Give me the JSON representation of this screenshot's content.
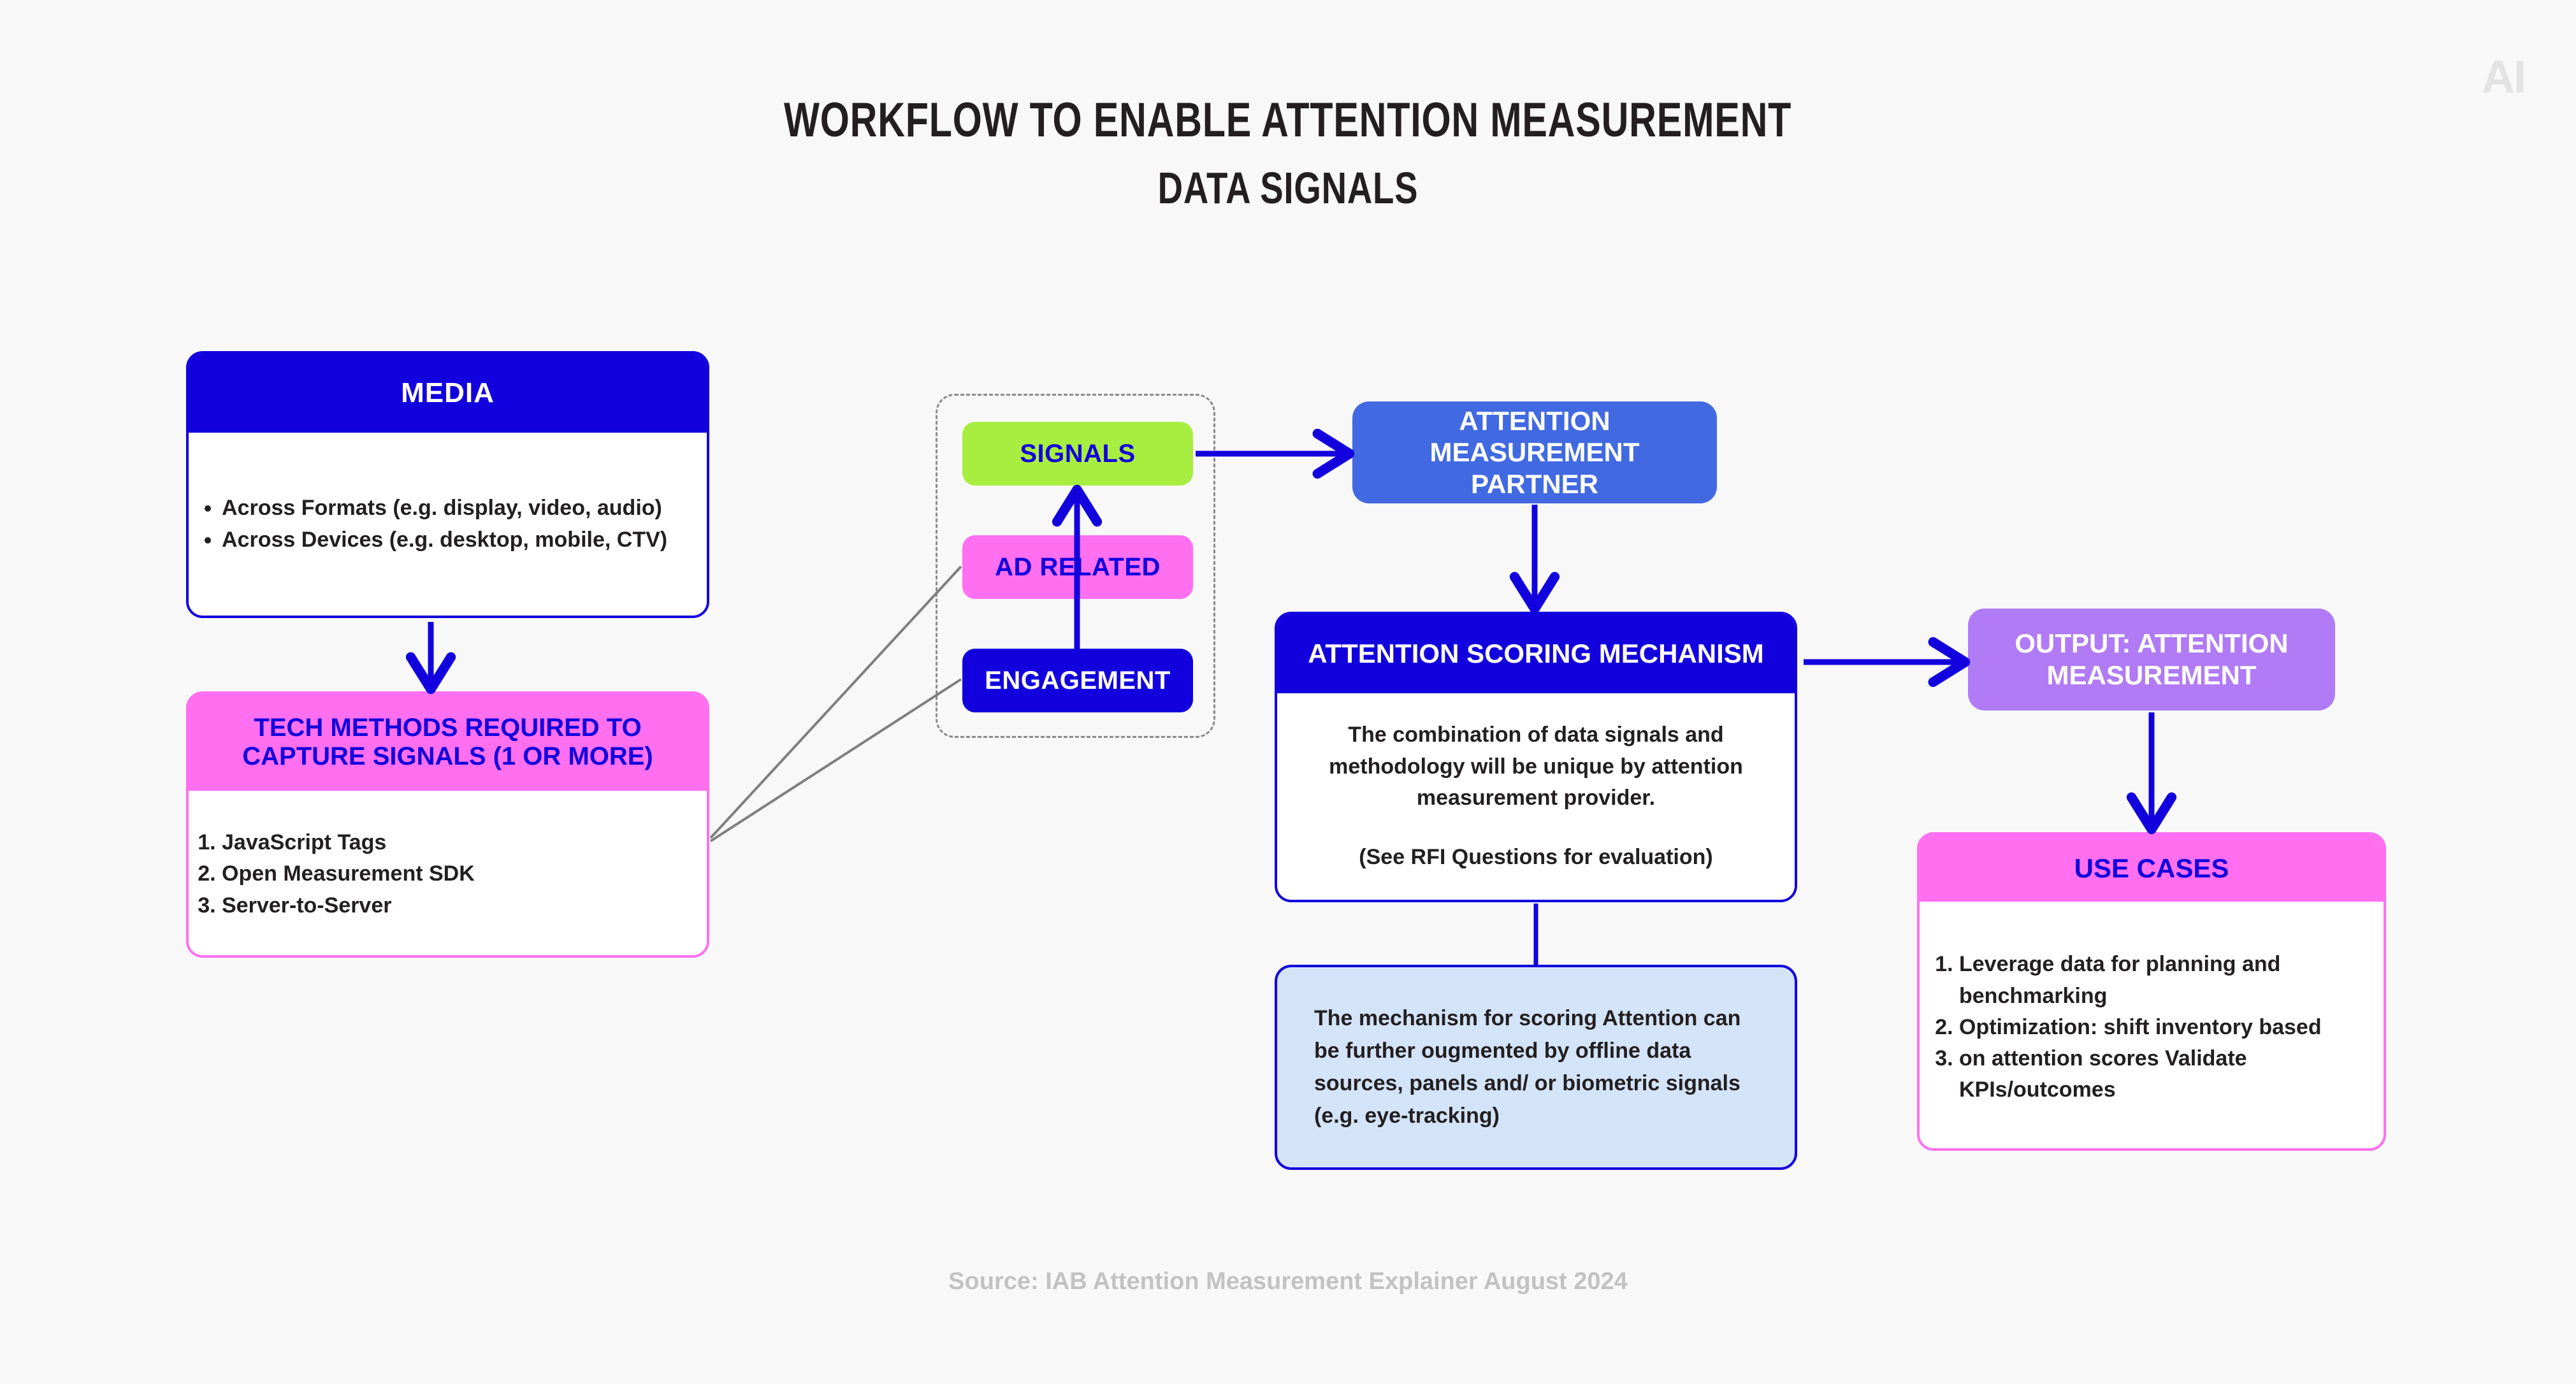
{
  "page": {
    "background": "#f8f8f8",
    "watermark": "AI",
    "source_note": "Source: IAB Attention Measurement Explainer August 2024"
  },
  "title": {
    "line1": "WORKFLOW TO ENABLE ATTENTION MEASUREMENT",
    "line2": "DATA SIGNALS"
  },
  "colors": {
    "brand_blue": "#1200dd",
    "medium_blue": "#4169e1",
    "light_blue_fill": "#d3e3f8",
    "pink": "#ff6ff0",
    "lime": "#a8ee40",
    "purple": "#b07bf5",
    "text_dark": "#231f20",
    "white": "#ffffff",
    "dashed_gray": "#8a8a8a",
    "source_gray": "#c2c2c2"
  },
  "nodes": {
    "media": {
      "header": "MEDIA",
      "items": [
        "Across Formats (e.g. display, video, audio)",
        "Across Devices (e.g. desktop, mobile, CTV)"
      ]
    },
    "tech_methods": {
      "header": "TECH METHODS REQUIRED TO CAPTURE SIGNALS (1 OR MORE)",
      "items": [
        "JavaScript Tags",
        "Open Measurement SDK",
        "Server-to-Server"
      ]
    },
    "signals_group": {
      "signals": "SIGNALS",
      "ad_related": "AD RELATED",
      "engagement": "ENGAGEMENT"
    },
    "partner": {
      "line1": "ATTENTION",
      "line2": "MEASUREMENT PARTNER"
    },
    "scoring": {
      "header": "ATTENTION SCORING MECHANISM",
      "paragraph1": "The combination of data signals and methodology will be unique by attention measurement provider.",
      "paragraph2": "(See RFI Questions for evaluation)"
    },
    "augment_note": {
      "text": "The mechanism for scoring Attention can be further ougmented by offline data sources, panels and/ or biometric signals (e.g. eye-tracking)"
    },
    "output": {
      "line1": "OUTPUT: ATTENTION",
      "line2": "MEASUREMENT"
    },
    "use_cases": {
      "header": "USE CASES",
      "items": [
        "Leverage data for planning and benchmarking",
        "Optimization: shift inventory based",
        "on attention scores Validate KPIs/outcomes"
      ]
    }
  }
}
